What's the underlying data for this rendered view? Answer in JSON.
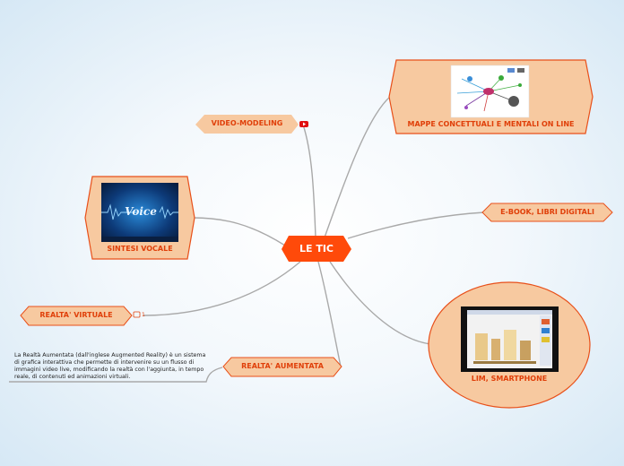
{
  "center": {
    "label": "LE TIC"
  },
  "nodes": {
    "video_modeling": "VIDEO-MODELING",
    "mappe": "MAPPE CONCETTUALI E MENTALI ON LINE",
    "sintesi": "SINTESI VOCALE",
    "ebook": "E-BOOK, LIBRI DIGITALI",
    "realta_virtuale": "REALTA' VIRTUALE",
    "realta_aumentata": "REALTA' AUMENTATA",
    "lim": "LIM, SMARTPHONE"
  },
  "voice_image": {
    "word": "Voice"
  },
  "comment_count": "1",
  "note_text": "La Realtà Aumentata (dall'inglese Augmented Reality) è un sistema di grafica interattiva che permette di intervenire su un flusso di immagini video live, modificando la realtà con l'aggiunta, in tempo reale, di contenuti ed animazioni virtuali.",
  "colors": {
    "node_fill": "#f7c9a0",
    "node_stroke": "#e8501a",
    "center_fill": "#ff4a0a",
    "text": "#e0400a",
    "connector": "#a8a8a8",
    "youtube": "#e01010"
  }
}
